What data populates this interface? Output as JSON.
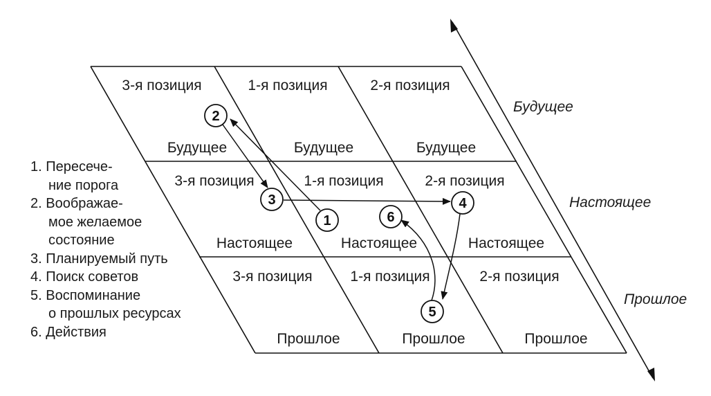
{
  "grid": {
    "rows": [
      {
        "cells": [
          {
            "position": "3-я позиция",
            "time": "Будущее"
          },
          {
            "position": "1-я позиция",
            "time": "Будущее"
          },
          {
            "position": "2-я позиция",
            "time": "Будущее"
          }
        ]
      },
      {
        "cells": [
          {
            "position": "3-я позиция",
            "time": "Настоящее"
          },
          {
            "position": "1-я позиция",
            "time": "Настоящее"
          },
          {
            "position": "2-я позиция",
            "time": "Настоящее"
          }
        ]
      },
      {
        "cells": [
          {
            "position": "3-я позиция",
            "time": "Прошлое"
          },
          {
            "position": "1-я позиция",
            "time": "Прошлое"
          },
          {
            "position": "2-я позиция",
            "time": "Прошлое"
          }
        ]
      }
    ]
  },
  "timeline": {
    "future": "Будущее",
    "present": "Настоящее",
    "past": "Прошлое"
  },
  "nodes": [
    "1",
    "2",
    "3",
    "4",
    "5",
    "6"
  ],
  "legend": [
    {
      "lines": [
        "1. Пересече-",
        "ние порога"
      ]
    },
    {
      "lines": [
        "2. Воображае-",
        "мое желаемое",
        "состояние"
      ]
    },
    {
      "lines": [
        "3. Планируемый путь"
      ]
    },
    {
      "lines": [
        "4. Поиск советов"
      ]
    },
    {
      "lines": [
        "5. Воспоминание",
        "о прошлых ресурсах"
      ]
    },
    {
      "lines": [
        "6. Действия"
      ]
    }
  ]
}
